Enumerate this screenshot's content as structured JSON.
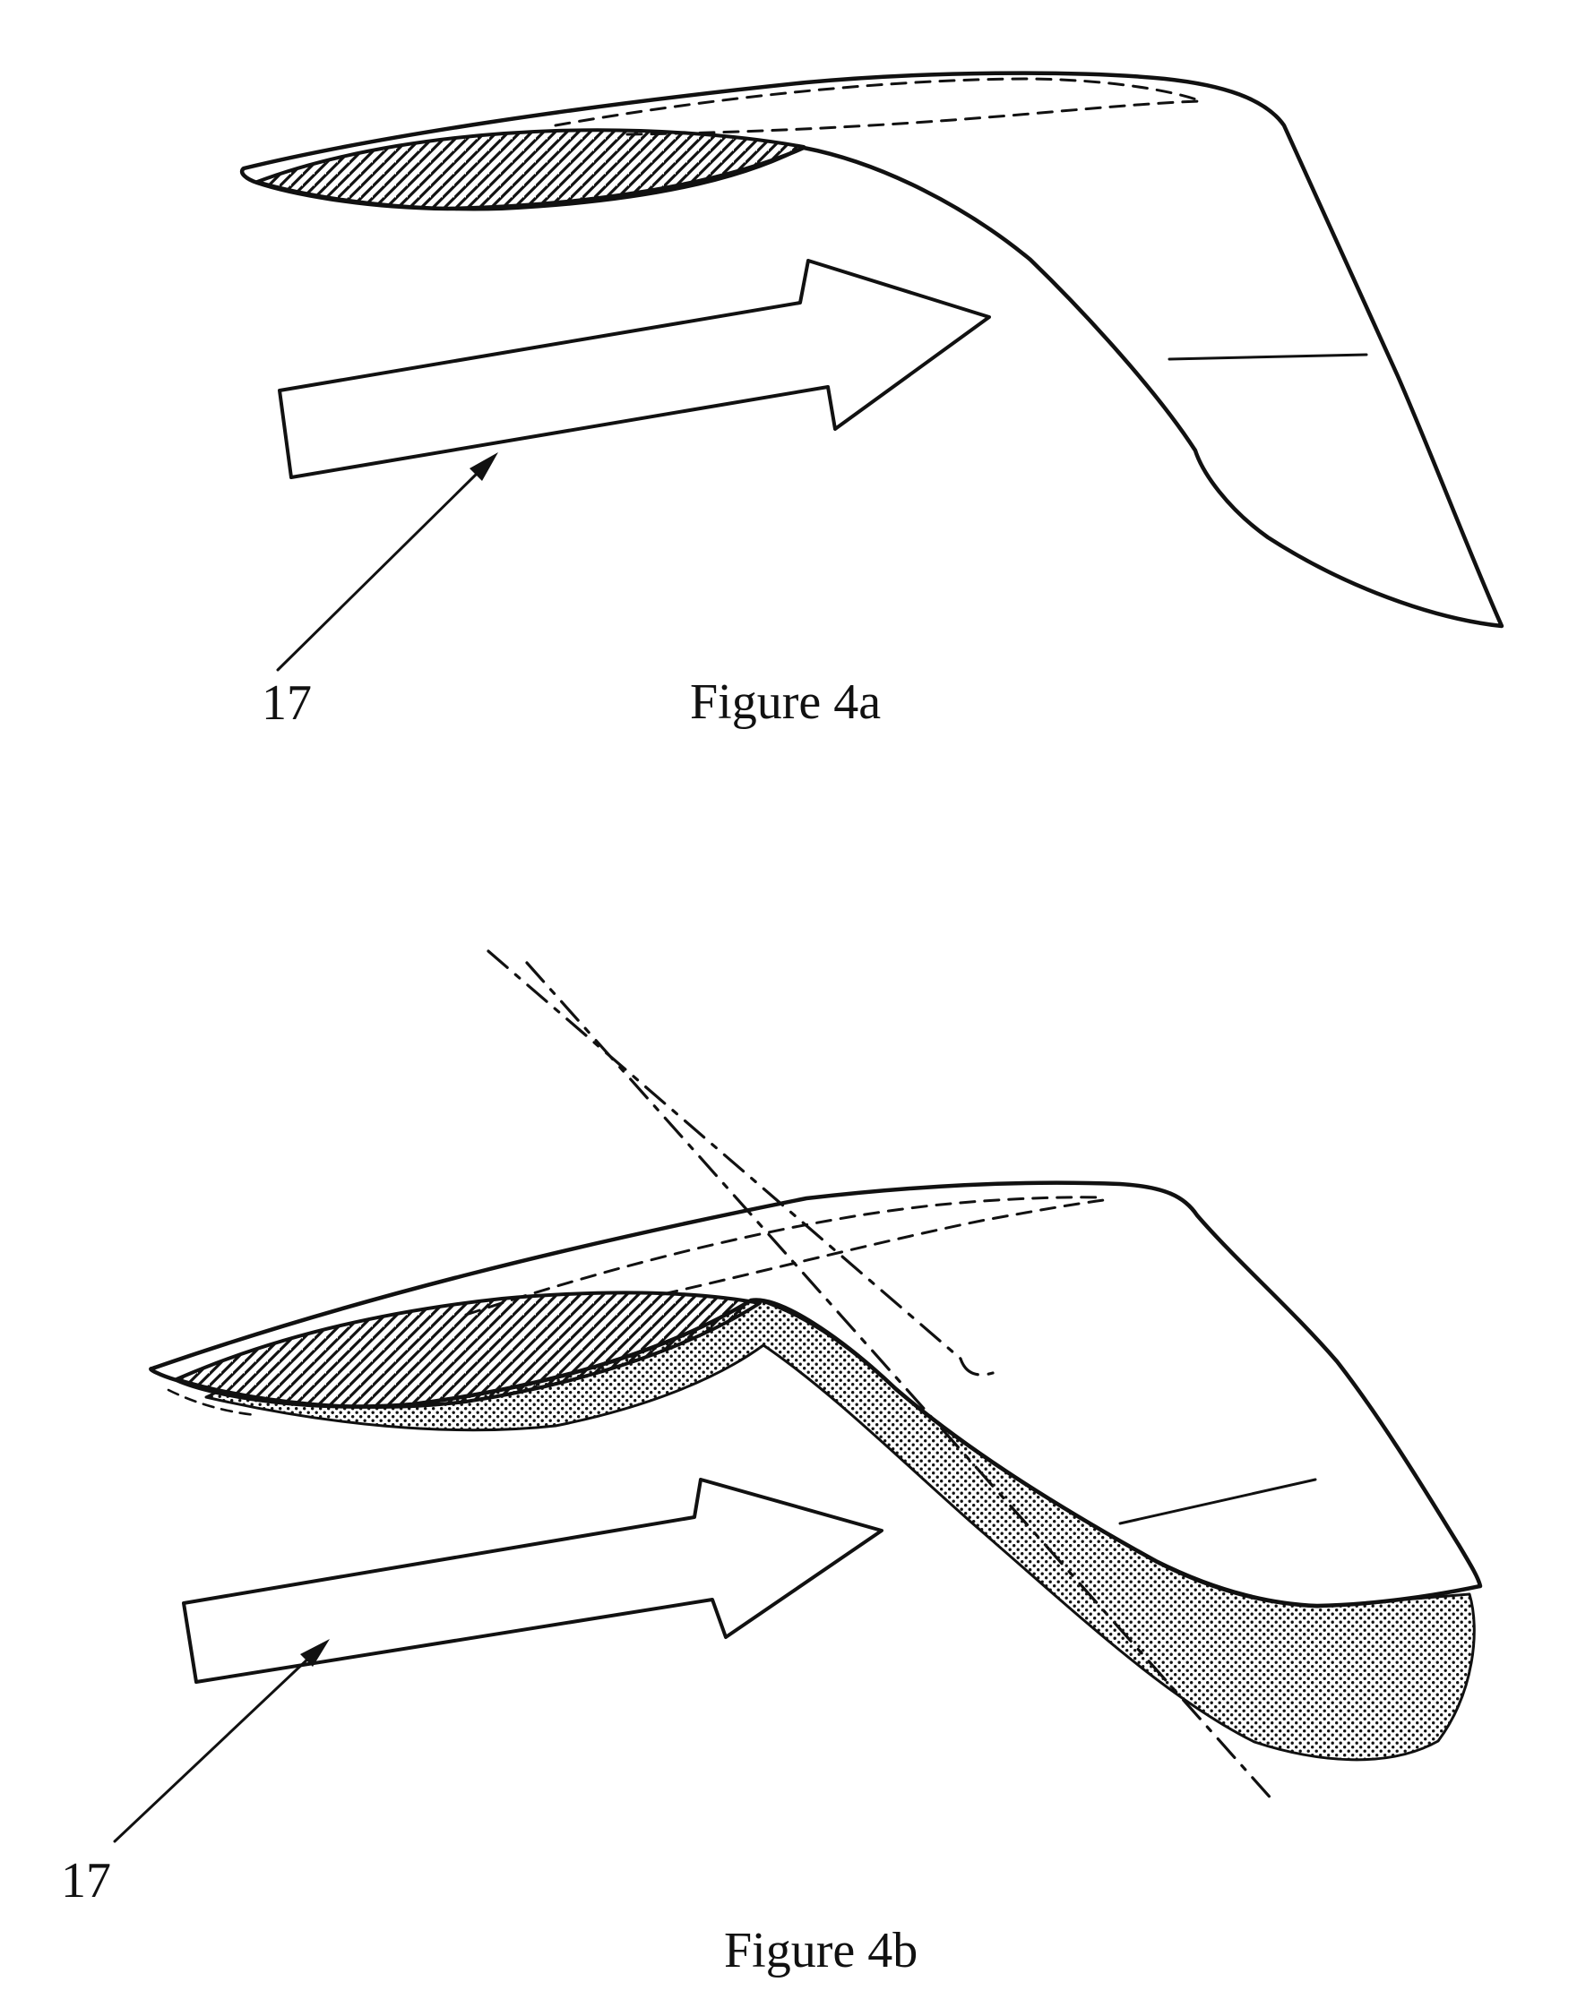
{
  "figure_4a": {
    "caption": "Figure 4a",
    "part_label": "17"
  },
  "figure_4b": {
    "caption": "Figure 4b",
    "part_label": "17"
  },
  "colors": {
    "ink": "#111111",
    "paper": "#ffffff"
  }
}
